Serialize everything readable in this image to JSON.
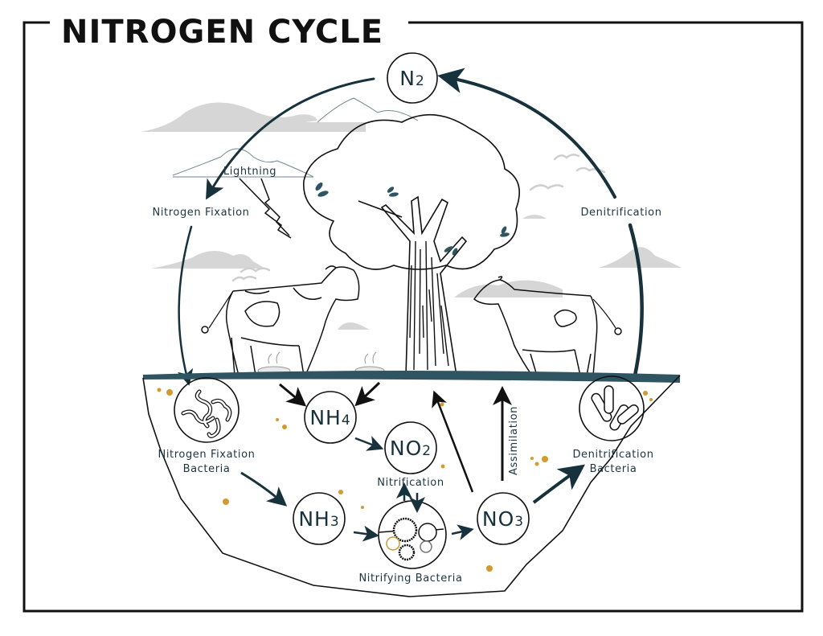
{
  "title": "NITROGEN CYCLE",
  "colors": {
    "accent": "#17323c",
    "ground": "#2f5563",
    "cloud": "#d6d6d6",
    "dots": "#d39a32",
    "ink": "#111111"
  },
  "nodes": {
    "n2": {
      "base": "N",
      "sub": "2"
    },
    "nh4": {
      "base": "NH",
      "sub": "4"
    },
    "no2": {
      "base": "NO",
      "sub": "2"
    },
    "nh3": {
      "base": "NH",
      "sub": "3"
    },
    "no3": {
      "base": "NO",
      "sub": "3"
    }
  },
  "labels": {
    "lightning": "Lightning",
    "nitrogen_fixation": "Nitrogen Fixation",
    "denitrification": "Denitrification",
    "nitrogen_fixation_bacteria_line1": "Nitrogen Fixation",
    "nitrogen_fixation_bacteria_line2": "Bacteria",
    "nitrification": "Nitrification",
    "nitrifying_bacteria": "Nitrifying Bacteria",
    "assimilation": "Assimilation",
    "denitrification_bacteria_line1": "Denitrification",
    "denitrification_bacteria_line2": "Bacteria"
  }
}
